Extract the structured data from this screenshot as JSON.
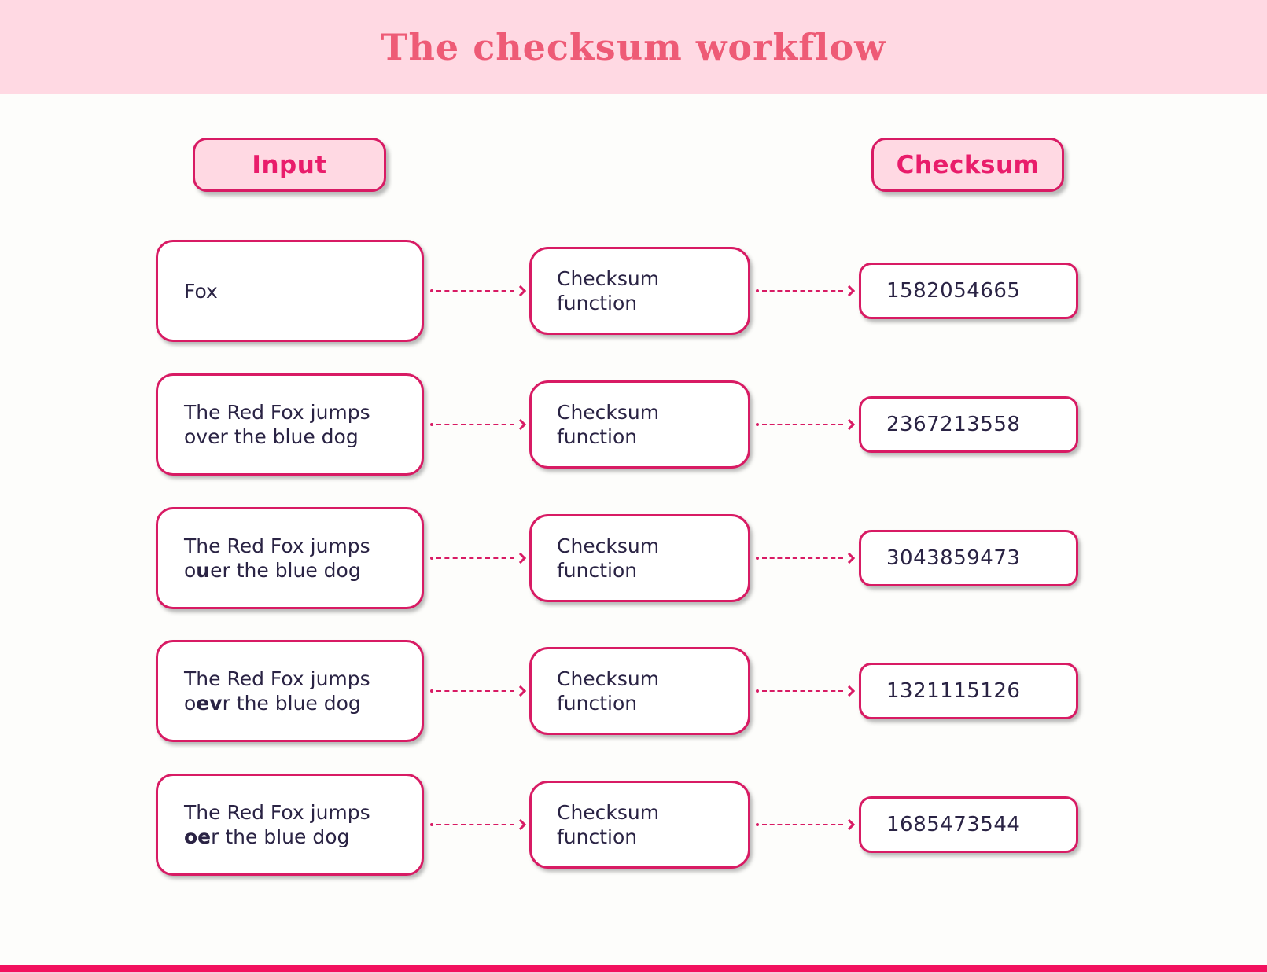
{
  "title": "The checksum workflow",
  "colors": {
    "header_band": "#ffd9e3",
    "accent_border": "#d81b64",
    "title_text": "#ee5b76",
    "pill_text": "#e91d6b",
    "body_text": "#2a2344",
    "bottom_bar": "#f2115e",
    "background": "#fdfdfb"
  },
  "column_headers": {
    "input": "Input",
    "checksum": "Checksum"
  },
  "function_box_label": "Checksum function",
  "rows": [
    {
      "input": {
        "line1": "Fox",
        "line2_pre": "",
        "line2_bold": "",
        "line2_post": ""
      },
      "checksum": "1582054665"
    },
    {
      "input": {
        "line1": "The Red Fox jumps",
        "line2_pre": "over the blue dog",
        "line2_bold": "",
        "line2_post": ""
      },
      "checksum": "2367213558"
    },
    {
      "input": {
        "line1": "The Red Fox jumps",
        "line2_pre": "o",
        "line2_bold": "u",
        "line2_post": "er the blue dog"
      },
      "checksum": "3043859473"
    },
    {
      "input": {
        "line1": "The Red Fox jumps",
        "line2_pre": "o",
        "line2_bold": "ev",
        "line2_post": "r the blue dog"
      },
      "checksum": "1321115126"
    },
    {
      "input": {
        "line1": "The Red Fox jumps",
        "line2_pre": "",
        "line2_bold": "oe",
        "line2_post": "r the blue dog"
      },
      "checksum": "1685473544"
    }
  ]
}
